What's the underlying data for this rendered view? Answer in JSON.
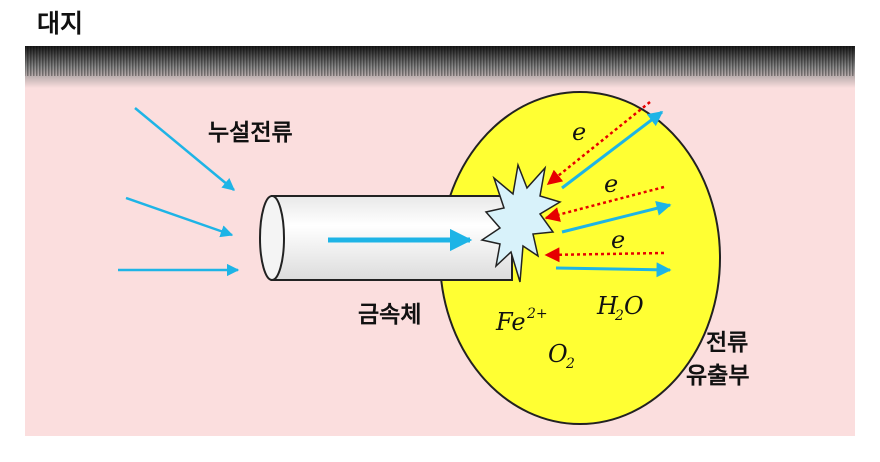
{
  "title": "대지",
  "labels": {
    "leakage_current": "누설전류",
    "metal_body": "금속체",
    "current_outflow_line1": "전류",
    "current_outflow_line2": "유출부",
    "electron": "e",
    "iron_ion_base": "Fe",
    "iron_ion_charge": "2+",
    "water_h": "H",
    "water_sub": "2",
    "water_o": "O",
    "oxygen_base": "O",
    "oxygen_sub": "2"
  },
  "colors": {
    "soil_background": "#fbdede",
    "outflow_zone": "#ffff33",
    "current_arrow": "#1eb4e6",
    "electron_arrow": "#e60000",
    "spark": "#d8f2fa"
  }
}
